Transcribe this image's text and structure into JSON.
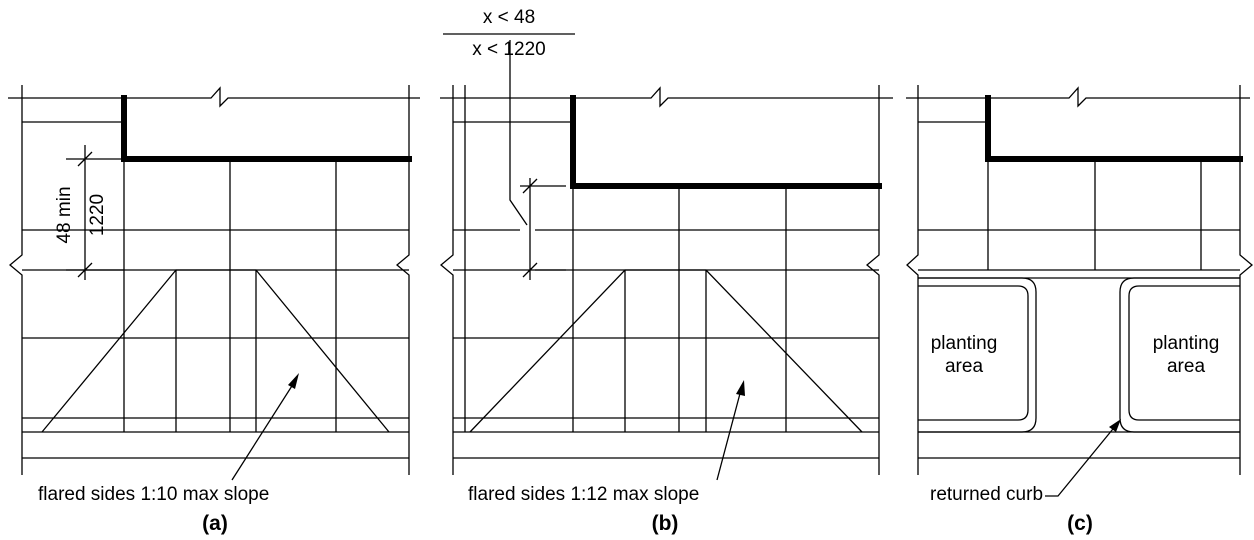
{
  "panels": [
    {
      "caption": "(a)",
      "note": "flared sides 1:10 max slope",
      "dimension_imperial": "48 min",
      "dimension_metric": "1220"
    },
    {
      "caption": "(b)",
      "note": "flared sides 1:12 max slope",
      "dimension_imperial": "x < 48",
      "dimension_metric": "x < 1220"
    },
    {
      "caption": "(c)",
      "note": "returned curb",
      "planting_left_line1": "planting",
      "planting_left_line2": "area",
      "planting_right_line1": "planting",
      "planting_right_line2": "area"
    }
  ]
}
